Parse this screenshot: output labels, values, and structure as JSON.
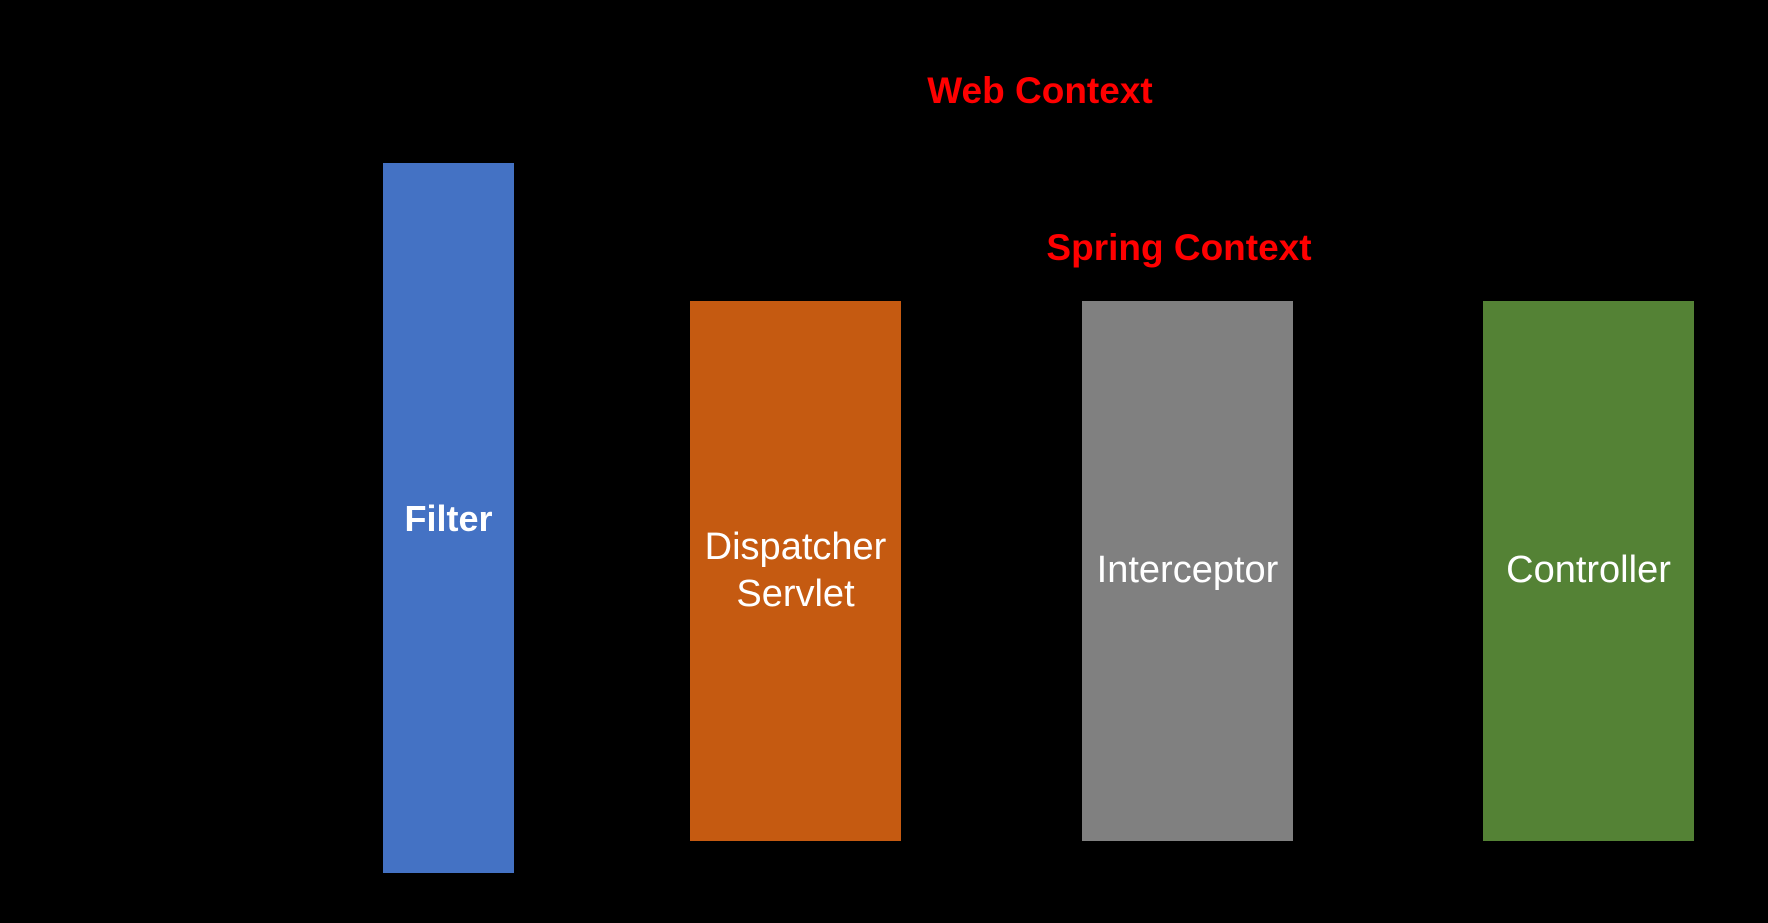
{
  "diagram": {
    "background": "#000000",
    "context_labels": {
      "web": {
        "text": "Web Context",
        "color": "#FF0000"
      },
      "spring": {
        "text": "Spring Context",
        "color": "#FF0000"
      }
    },
    "bars": [
      {
        "id": "filter",
        "label": "Filter",
        "color": "#4472C4",
        "text_color": "#FFFFFF"
      },
      {
        "id": "dispatcher-servlet",
        "label": "Dispatcher Servlet",
        "color": "#C55A11",
        "text_color": "#FFFFFF"
      },
      {
        "id": "interceptor",
        "label": "Interceptor",
        "color": "#808080",
        "text_color": "#FFFFFF"
      },
      {
        "id": "controller",
        "label": "Controller",
        "color": "#548235",
        "text_color": "#FFFFFF"
      }
    ]
  }
}
